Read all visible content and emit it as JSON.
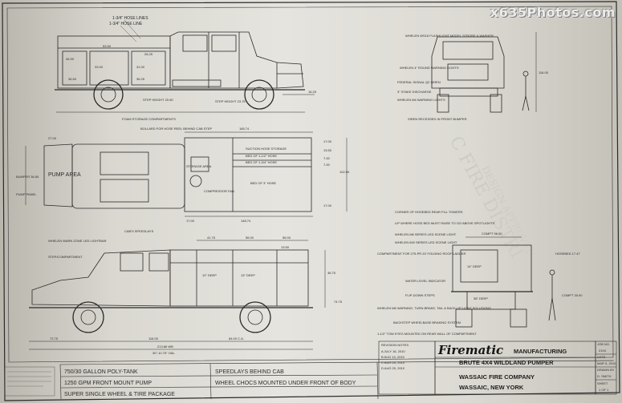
{
  "watermark": "x635Photos.com",
  "title_block": {
    "company": "Firematic",
    "company_suffix": "MANUFACTURING",
    "product": "BRUTE 4X4 WILDLAND PUMPER",
    "customer": "WASSAIC FIRE COMPANY",
    "location": "WASSAIC, NEW YORK",
    "job_label": "JOB NO.",
    "job_no": "2104",
    "date_label": "DATE",
    "date": "MAR 5, 2010",
    "drawn_label": "DRAWN BY",
    "drawn": "D. SMITH",
    "sheet_label": "SHEET",
    "sheet": "1 OF 1",
    "revision_label": "REVISION NOTES",
    "revisions": [
      "A  JULY 16, 2010",
      "B  AUG 10, 2010",
      "C  AUG 20, 2010",
      "D  AUG 20, 2010"
    ]
  },
  "spec_notes": [
    "750/30 GALLON POLY-TANK",
    "1250 GPM FRONT MOUNT PUMP",
    "SUPER SINGLE WHEEL & TIRE PACKAGE",
    "SPEEDLAYS BEHIND CAB",
    "WHEEL CHOCS MOUNTED UNDER FRONT OF BODY"
  ],
  "side_view": {
    "labels": [
      "1-3/4\" HOSE LINES",
      "1-3/4\" HOSE LINE",
      "FOAM STORAGE COMPARTMENTS",
      "BOLLARD FOR HOSE REEL BEHIND CAB STEP",
      "STEP HEIGHT 20.50",
      "STEP HEIGHT 23.75"
    ],
    "dims": [
      "53.50",
      "26.25",
      "33.00",
      "36.90",
      "36.50",
      "31.00",
      "36.25",
      "16.25"
    ]
  },
  "plan_view": {
    "labels": [
      "PUMP AREA",
      "BUMPER 36.50",
      "PUMP PANEL",
      "SUCTION HOSE STORAGE",
      "BED OF 1-1/2\" HOSE",
      "BED OF 1-3/4\" HOSE",
      "BED OF 3\" HOSE",
      "STORAGE AREA",
      "COMPRESSOR FAN"
    ],
    "dims": [
      "185.74",
      "148.74",
      "17.00",
      "27.00",
      "17.00",
      "13.50",
      "7.00",
      "7.00",
      "102.00",
      "17.00"
    ]
  },
  "lower_side_view": {
    "labels": [
      "CAB'S SPEEDLAYS",
      "WHELEN WARN ZONE LED LIGHTBAR",
      "STEP/COMPARTMENT",
      "13\" DEEP",
      "12\" DEEP"
    ],
    "dims": [
      "41.75",
      "56.00",
      "56.00",
      "13.50",
      "36.75",
      "74.75",
      "72.75",
      "116.00",
      "84.00 C.A.",
      "213.86 WB",
      "30\"-10.75\" OAL"
    ]
  },
  "front_view": {
    "labels": [
      "WHELEN WS16 FLASHLIGHT MODEL STROBE & WASHER",
      "WHELEN 4\" ROUND WARNING LIGHTS",
      "FEDERAL SIGNAL Q2 SIREN",
      "3\" STAKE DISCHARGE",
      "WHELEN M4 WARNING LIGHTS",
      "SIREN RECESSED IN FRONT BUMPER"
    ],
    "dims": [
      "116.00"
    ]
  },
  "rear_view": {
    "labels": [
      "CORNER OF HOSEBED REAR FILL TOWERS",
      "LIP WHERE HOSE BED MUST RAISE TO GO ABOVE SPOTLIGHTS",
      "WHELEN M6 SERIES LED SCENE LIGHT",
      "WHELEN 600 SERIES LED SCENE LIGHT",
      "COMPARTMENT FOR 275-PR 20' FOLDING ROOF LADDER",
      "WATER LEVEL INDICATOR",
      "FLIP-DOWN STEPS",
      "WHELEN M6 WARNING, TURN BRAKE, TAIL & BACK-UP LIGHT SOLUTIONS",
      "BACKSTEP WHEELBASE BRAKING SYSTEM",
      "1-1/2\" TOW EYES MOUNTED ON REAR WALL OF COMPARTMENT"
    ],
    "dims": [
      "COMPT 96.00",
      "COMPT 30.00",
      "HOSEBED 17.47",
      "38\" DEEP",
      "14\" DEEP"
    ]
  }
}
